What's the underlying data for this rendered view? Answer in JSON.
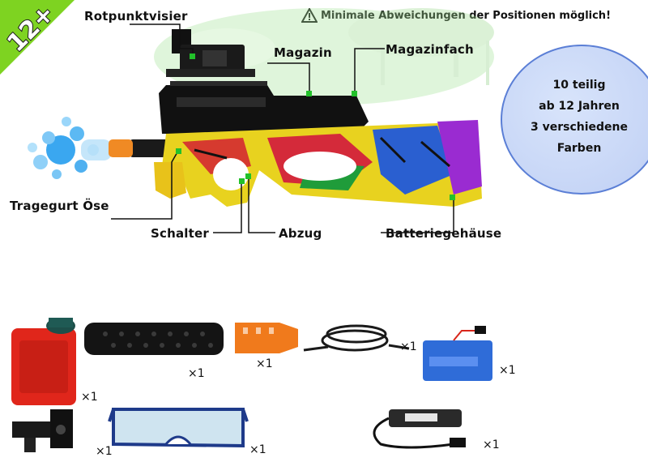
{
  "badge": {
    "text": "12+"
  },
  "notice": {
    "text": "Minimale Abweichungen der Positionen möglich!"
  },
  "labels": {
    "sight": "Rotpunktvisier",
    "magazine": "Magazin",
    "magazine_bay": "Magazinfach",
    "strap": "Tragegurt Öse",
    "switch": "Schalter",
    "trigger": "Abzug",
    "battery_housing": "Batteriegehäuse"
  },
  "info": {
    "lines": [
      "10 teilig",
      "ab 12 Jahren",
      "3 verschiedene",
      "Farben"
    ]
  },
  "accessories": [
    {
      "item": "jerrycan",
      "qty": "×1"
    },
    {
      "item": "silencer",
      "qty": "×1"
    },
    {
      "item": "orange-tip",
      "qty": "×1"
    },
    {
      "item": "strap",
      "qty": "×1"
    },
    {
      "item": "battery",
      "qty": "×1"
    },
    {
      "item": "red-dot-sight",
      "qty": "×1"
    },
    {
      "item": "goggles",
      "qty": "×1"
    },
    {
      "item": "usb-charger",
      "qty": "×1"
    }
  ],
  "colors": {
    "badge": "#7ed321",
    "marker": "#22c12a",
    "circle_border": "#5b7fd6"
  }
}
